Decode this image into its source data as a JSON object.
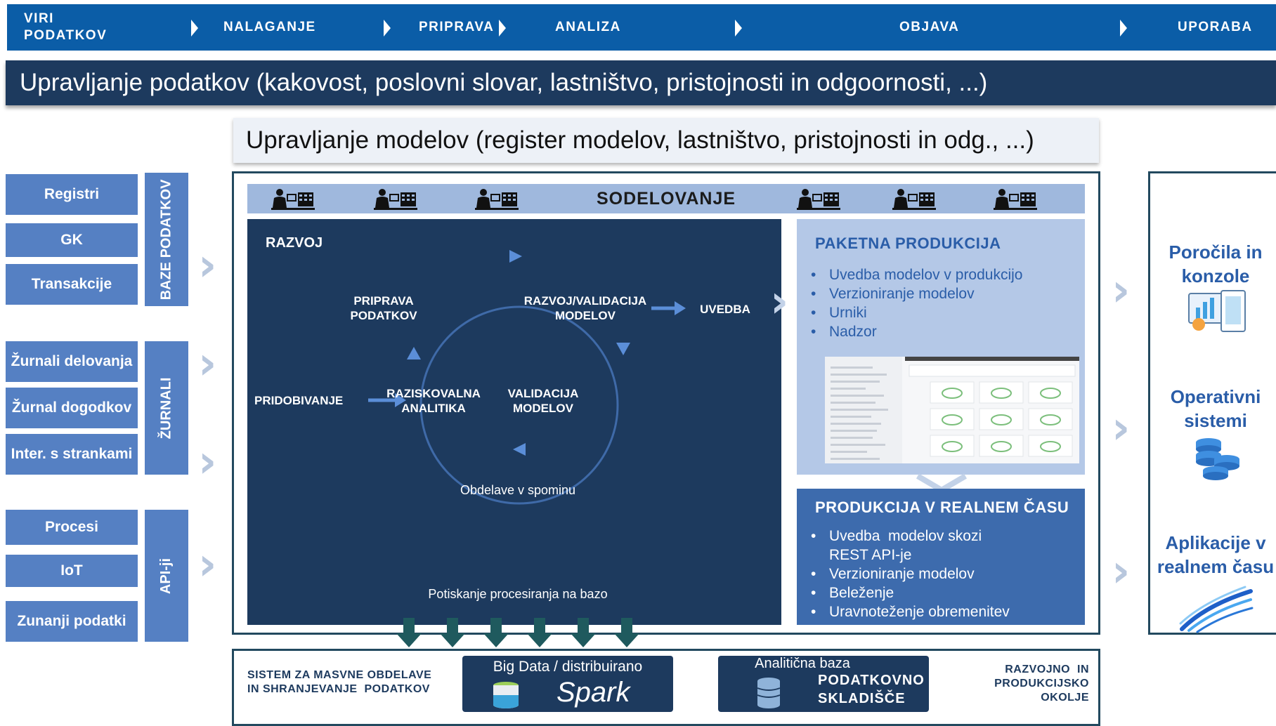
{
  "pipeline": {
    "stages": [
      "VIRI\nPODATKOV",
      "NALAGANJE",
      "PRIPRAVA",
      "ANALIZA",
      "OBJAVA",
      "UPORABA"
    ]
  },
  "governance": {
    "data": "Upravljanje podatkov (kakovost,  poslovni slovar, lastništvo, pristojnosti in odgoornosti, ...)",
    "models": "Upravljanje modelov (register modelov, lastništvo, pristojnosti in odg., ...)"
  },
  "sources": {
    "databases": {
      "label": "BAZE PODATKOV",
      "items": [
        "Registri",
        "GK",
        "Transakcije"
      ]
    },
    "journals": {
      "label": "ŽURNALI",
      "items": [
        "Žurnali delovanja",
        "Žurnal dogodkov",
        "Inter. s  strankami"
      ]
    },
    "apis": {
      "label": "API-ji",
      "items": [
        "Procesi",
        "IoT",
        "Zunanji podatki"
      ]
    }
  },
  "collaboration": {
    "label": "SODELOVANJE"
  },
  "development": {
    "title": "RAZVOJ",
    "acquisition": "PRIDOBIVANJE",
    "exploration": "RAZISKOVALNA\nANALITIKA",
    "preparation": "PRIPRAVA\nPODATKOV",
    "devvalidation": "RAZVOJ/VALIDACIJA\nMODELOV",
    "validation": "VALIDACIJA\nMODELOV",
    "deployment": "UVEDBA",
    "inmemory": "Obdelave v spominu",
    "pushdown": "Potiskanje procesiranja na bazo"
  },
  "batch": {
    "title": "PAKETNA  PRODUKCIJA",
    "items": [
      "Uvedba  modelov v produkcijo",
      "Verzioniranje  modelov",
      "Urniki",
      "Nadzor"
    ]
  },
  "realtime": {
    "title": "PRODUKCIJA V REALNEM ČASU",
    "items": [
      "Uvedba  modelov skozi\nREST API-je",
      "Verzioniranje  modelov",
      "Beleženje",
      "Uravnoteženje  obremenitev"
    ]
  },
  "outputs": {
    "reports": "Poročila in\nkonzole",
    "operational": "Operativni\nsistemi",
    "realtime_apps": "Aplikacije v\nrealnem času"
  },
  "bottom": {
    "system": "SISTEM ZA MASVNE OBDELAVE\nIN SHRANJEVANJE  PODATKOV",
    "bigdata": "Big Data / distribuirano",
    "spark": "Spark",
    "analytic_db": "Analitična  baza",
    "warehouse": "PODATKOVNO\nSKLADIŠČE",
    "env": "RAZVOJNO  IN\nPRODUKCIJSKO\nOKOLJE"
  },
  "colors": {
    "primary": "#0b5da7",
    "dark": "#1d3a5e",
    "box": "#5580c3",
    "teal": "#1f5a5e"
  }
}
